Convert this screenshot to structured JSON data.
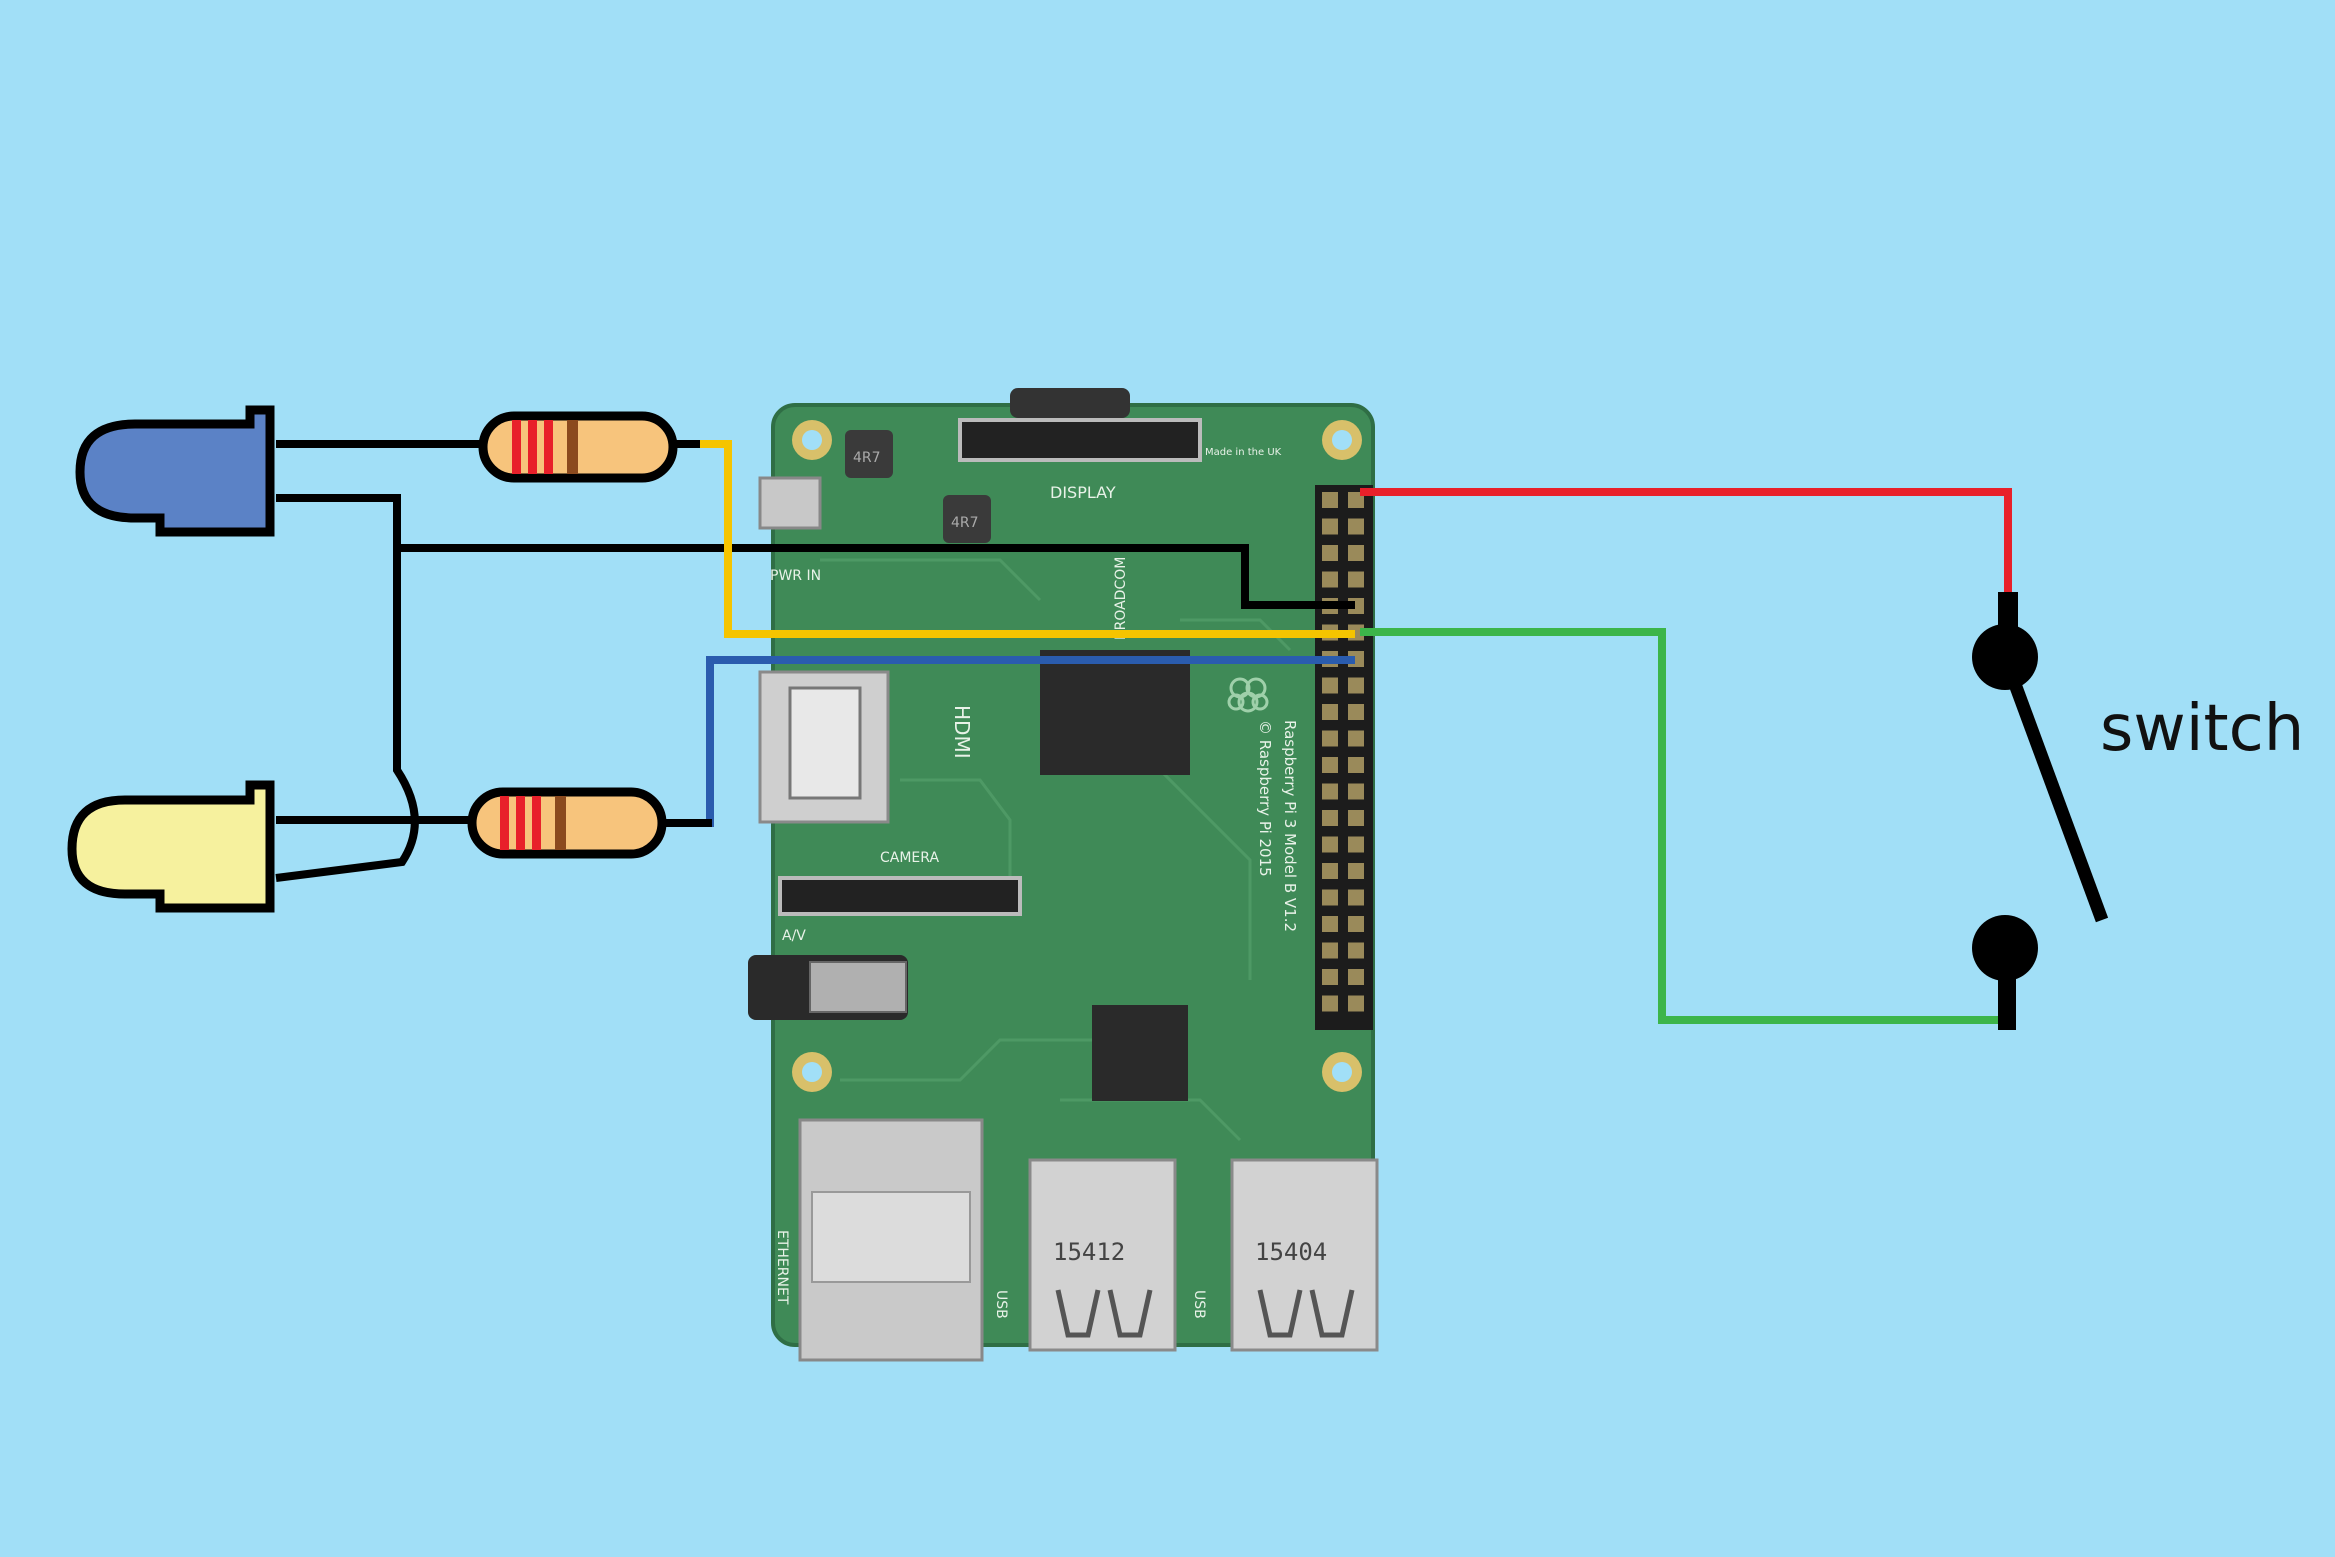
{
  "diagram": {
    "colors": {
      "background": "#a1dff7",
      "pcb": "#3f8a57",
      "wire_black": "#000000",
      "wire_red": "#e8202a",
      "wire_green": "#3cb54a",
      "wire_yellow": "#f5c400",
      "wire_blue": "#2a5cae",
      "led_blue": "#5b82c6",
      "led_yellow": "#f6f19e",
      "resistor_body": "#f7c47c"
    },
    "labels": {
      "switch": "switch"
    },
    "board": {
      "silkscreen": {
        "display": "DISPLAY",
        "pwr_in": "PWR IN",
        "hdmi": "HDMI",
        "camera": "CAMERA",
        "av": "A/V",
        "ethernet": "ETHERNET",
        "usb_left": "USB",
        "usb_right": "USB",
        "model": "Raspberry Pi 3 Model B V1.2",
        "year": "© Raspberry Pi 2015",
        "made_in": "Made in the UK",
        "broadcom": "BROADCOM",
        "inductor_1": "4R7",
        "inductor_2": "4R7"
      },
      "usb_port_numbers": [
        "15412",
        "15404"
      ]
    },
    "components": {
      "leds": [
        {
          "name": "blue-led",
          "color": "blue"
        },
        {
          "name": "yellow-led",
          "color": "yellow"
        }
      ],
      "resistors": 2,
      "switch_icon": "spst-switch-icon"
    }
  }
}
